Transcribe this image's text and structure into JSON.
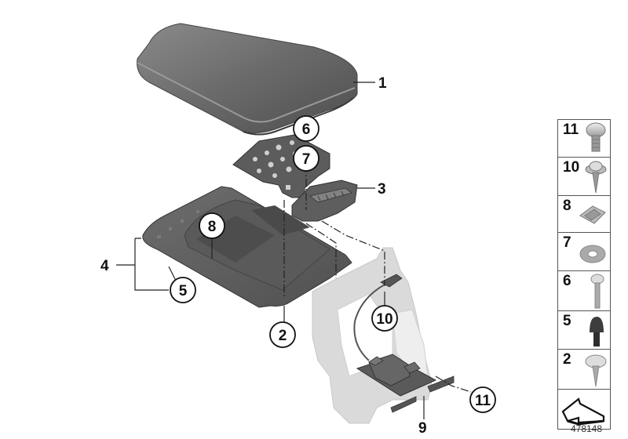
{
  "diagram": {
    "type": "exploded parts diagram",
    "subject": "Armrest / center console assembly",
    "callouts": [
      {
        "id": "1",
        "label": "1",
        "style": "plain",
        "part": "armrest cover"
      },
      {
        "id": "2",
        "label": "2",
        "style": "circled"
      },
      {
        "id": "3",
        "label": "3",
        "style": "plain",
        "part": "lock mechanism bracket"
      },
      {
        "id": "4",
        "label": "4",
        "style": "plain",
        "part": "armrest base tray"
      },
      {
        "id": "5",
        "label": "5",
        "style": "circled"
      },
      {
        "id": "6",
        "label": "6",
        "style": "circled"
      },
      {
        "id": "7",
        "label": "7",
        "style": "circled"
      },
      {
        "id": "8",
        "label": "8",
        "style": "circled"
      },
      {
        "id": "9",
        "label": "9",
        "style": "plain",
        "part": "actuator with bracket"
      },
      {
        "id": "10",
        "label": "10",
        "style": "circled"
      },
      {
        "id": "11",
        "label": "11",
        "style": "circled"
      }
    ]
  },
  "legend": {
    "items": [
      {
        "num": "11",
        "icon": "torx-pan-screw-icon"
      },
      {
        "num": "10",
        "icon": "flange-tapping-screw-icon"
      },
      {
        "num": "8",
        "icon": "clip-nut-icon"
      },
      {
        "num": "7",
        "icon": "washer-icon"
      },
      {
        "num": "6",
        "icon": "long-screw-icon"
      },
      {
        "num": "5",
        "icon": "rubber-buffer-icon"
      },
      {
        "num": "2",
        "icon": "washer-head-screw-icon"
      }
    ],
    "footer_icon": "arrow-pointer-icon",
    "diagram_id": "478148"
  },
  "colors": {
    "part_dark": "#5a5a5a",
    "part_mid": "#6e6e6e",
    "frame_light": "#d9d9d9",
    "line": "#222222",
    "background": "#ffffff"
  }
}
